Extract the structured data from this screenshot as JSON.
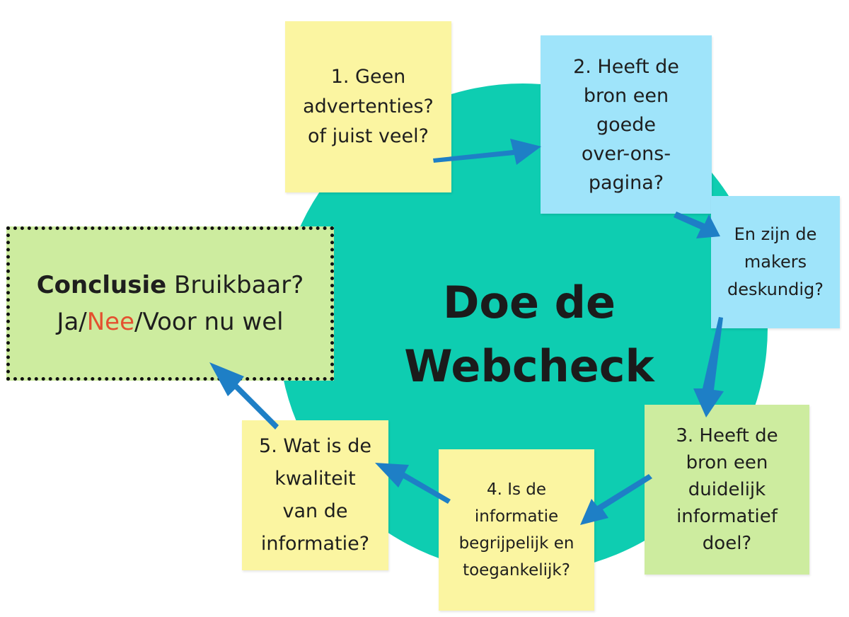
{
  "title": {
    "line1": "Doe de",
    "line2": "Webcheck"
  },
  "notes": {
    "step1": [
      "1. Geen",
      "advertenties?",
      "of juist veel?"
    ],
    "step2": [
      "2. Heeft de",
      "bron een",
      "goede",
      "over-ons-",
      "pagina?"
    ],
    "step2b": [
      "En zijn de",
      "makers",
      "deskundig?"
    ],
    "step3": [
      "3. Heeft de",
      "bron een",
      "duidelijk",
      "informatief",
      "doel?"
    ],
    "step4": [
      "4. Is de",
      "informatie",
      "begrijpelijk en",
      "toegankelijk?"
    ],
    "step5": [
      "5. Wat is de",
      "kwaliteit",
      "van de",
      "informatie?"
    ]
  },
  "conclusion": {
    "bold": "Conclusie",
    "rest": " Bruikbaar?",
    "ja": "Ja/",
    "nee": "Nee",
    "voor": "/Voor nu wel"
  },
  "colors": {
    "circle": "#0ecdb1",
    "yellow_note": "#fbf5a1",
    "blue_note": "#9fe4fa",
    "green_note": "#cdec9f",
    "arrow": "#1e7fc6",
    "accent_red": "#e4502f"
  }
}
